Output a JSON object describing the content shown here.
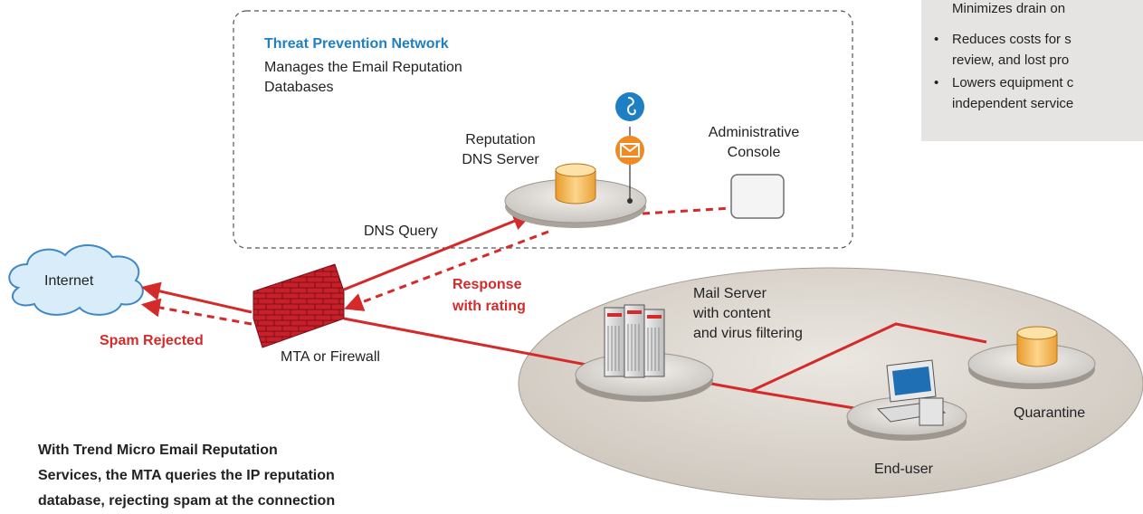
{
  "threat_network": {
    "title": "Threat Prevention Network",
    "desc_line1": "Manages the Email Reputation",
    "desc_line2": "Databases"
  },
  "nodes": {
    "dns_server_line1": "Reputation",
    "dns_server_line2": "DNS Server",
    "admin_line1": "Administrative",
    "admin_line2": "Console",
    "internet": "Internet",
    "firewall": "MTA or Firewall",
    "mail_line1": "Mail Server",
    "mail_line2": "with content",
    "mail_line3": "and virus filtering",
    "quarantine": "Quarantine",
    "enduser": "End-user"
  },
  "flows": {
    "dns_query": "DNS Query",
    "response_line1": "Response",
    "response_line2": "with rating",
    "spam_rejected": "Spam Rejected"
  },
  "benefits": {
    "b1_l1": "Minimizes drain on",
    "b2_l1": "Reduces costs for s",
    "b2_l2": "review, and lost pro",
    "b3_l1": "Lowers equipment c",
    "b3_l2": "independent service"
  },
  "caption": {
    "line1": "With Trend Micro Email Reputation",
    "line2": "Services, the MTA queries the IP reputation",
    "line3": "database, rejecting spam at the connection"
  },
  "colors": {
    "accent_red": "#d42a2a",
    "title_blue": "#1f7fc4",
    "panel_gray": "#e6e4e3",
    "disk_gray": "#d9d6d2",
    "server_blue": "#2f6fb0",
    "db_orange": "#f2a93b"
  }
}
